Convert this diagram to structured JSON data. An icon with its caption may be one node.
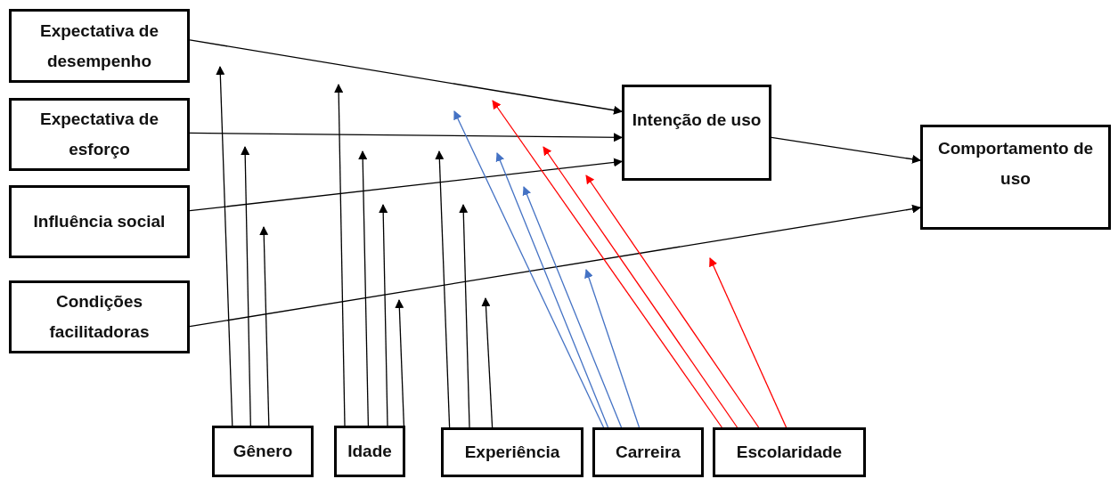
{
  "diagram": {
    "nodes": [
      {
        "text": [
          "Expectativa de desempenho"
        ]
      },
      {
        "text": [
          "Expectativa de esforço"
        ]
      },
      {
        "text": [
          "Influência social"
        ]
      },
      {
        "text": [
          "Condições facilitadoras"
        ]
      },
      {
        "text": [
          "Intenção de uso"
        ]
      },
      {
        "text": [
          "Comportamento de uso"
        ]
      },
      {
        "text": [
          "Gênero"
        ]
      },
      {
        "text": [
          "Idade"
        ]
      },
      {
        "text": [
          "Experiência"
        ]
      },
      {
        "text": [
          "Carreira"
        ]
      },
      {
        "text": [
          "Escolaridade"
        ]
      }
    ],
    "edges": [
      {
        "from": 0,
        "to": 4,
        "arrow": "to"
      },
      {
        "from": 1,
        "to": 4,
        "arrow": "to"
      },
      {
        "from": 2,
        "to": 4,
        "arrow": "to"
      },
      {
        "from": 4,
        "to": 5,
        "arrow": "to"
      },
      {
        "from": 3,
        "to": 5,
        "arrow": "to"
      },
      {
        "from": 6,
        "to": null,
        "arrow": "to"
      },
      {
        "from": 6,
        "to": null,
        "arrow": "to"
      },
      {
        "from": 6,
        "to": null,
        "arrow": "to"
      },
      {
        "from": 7,
        "to": null,
        "arrow": "to"
      },
      {
        "from": 7,
        "to": null,
        "arrow": "to"
      },
      {
        "from": 7,
        "to": null,
        "arrow": "to"
      },
      {
        "from": 7,
        "to": null,
        "arrow": "to"
      },
      {
        "from": 8,
        "to": null,
        "arrow": "to"
      },
      {
        "from": 8,
        "to": null,
        "arrow": "to"
      },
      {
        "from": 8,
        "to": null,
        "arrow": "to"
      },
      {
        "from": 9,
        "to": null,
        "arrow": "to",
        "color": "#4472c4"
      },
      {
        "from": 9,
        "to": null,
        "arrow": "to",
        "color": "#4472c4"
      },
      {
        "from": 9,
        "to": null,
        "arrow": "to",
        "color": "#4472c4"
      },
      {
        "from": 9,
        "to": null,
        "arrow": "to",
        "color": "#4472c4"
      },
      {
        "from": 10,
        "to": null,
        "arrow": "to",
        "color": "#ff0000"
      },
      {
        "from": 10,
        "to": null,
        "arrow": "to",
        "color": "#ff0000"
      },
      {
        "from": 10,
        "to": null,
        "arrow": "to",
        "color": "#ff0000"
      },
      {
        "from": 10,
        "to": null,
        "arrow": "to",
        "color": "#ff0000"
      }
    ]
  }
}
